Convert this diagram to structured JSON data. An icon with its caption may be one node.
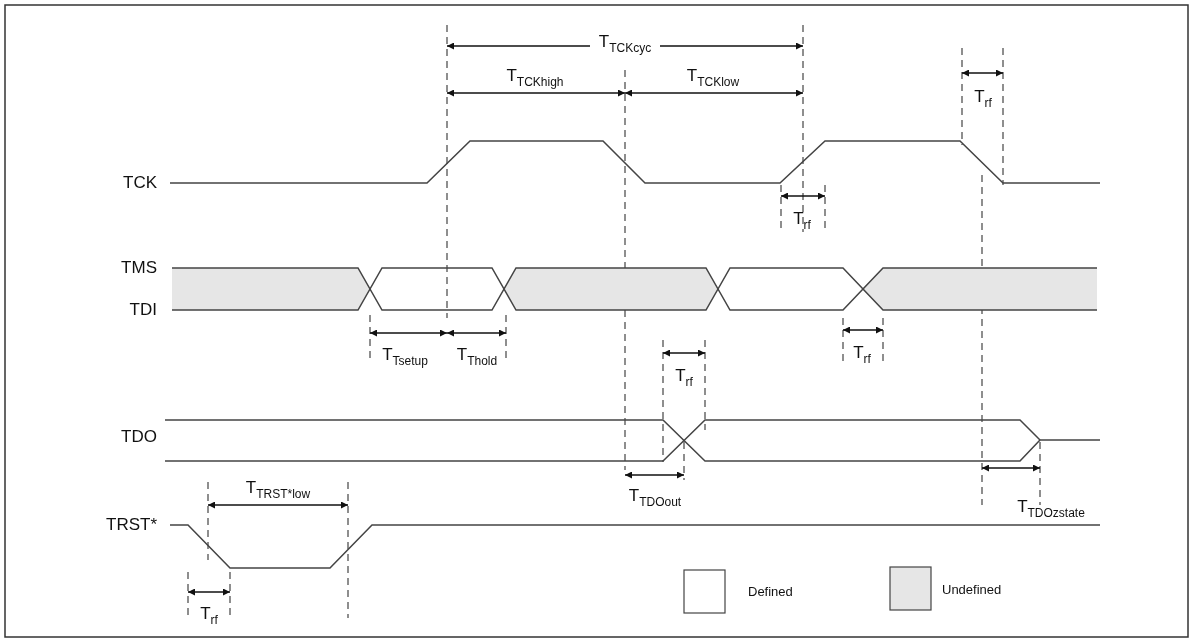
{
  "diagram": {
    "labels": [
      "T$_{TCKcyc}$",
      "T$_{TCKhigh}$",
      "T$_{TCKlow}$",
      "T$_{rf}$",
      "TCK",
      "T$_{rf}$",
      "TMS",
      "TDI",
      "T$_{Tsetup}$",
      "T$_{Thold}$",
      "T$_{rf}$",
      "T$_{rf}$",
      "TDO",
      "T$_{TDOout}$",
      "T$_{TRST*low}$",
      "T$_{TDOzstate}$",
      "TRST*",
      "T$_{rf}$"
    ],
    "legend": [
      {
        "text": "Defined",
        "color": "#ffffff"
      },
      {
        "text": "Undefined",
        "color": "#e6e6e6"
      }
    ]
  }
}
